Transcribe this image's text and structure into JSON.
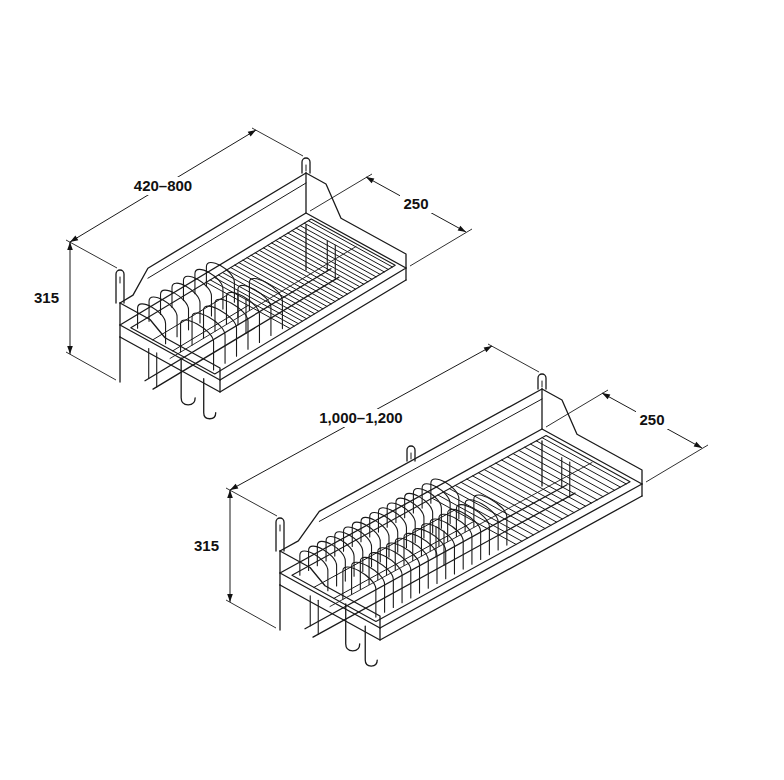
{
  "diagram": {
    "labels": [
      "420–800",
      "250",
      "315",
      "1,000–1,200",
      "250",
      "315"
    ]
  }
}
